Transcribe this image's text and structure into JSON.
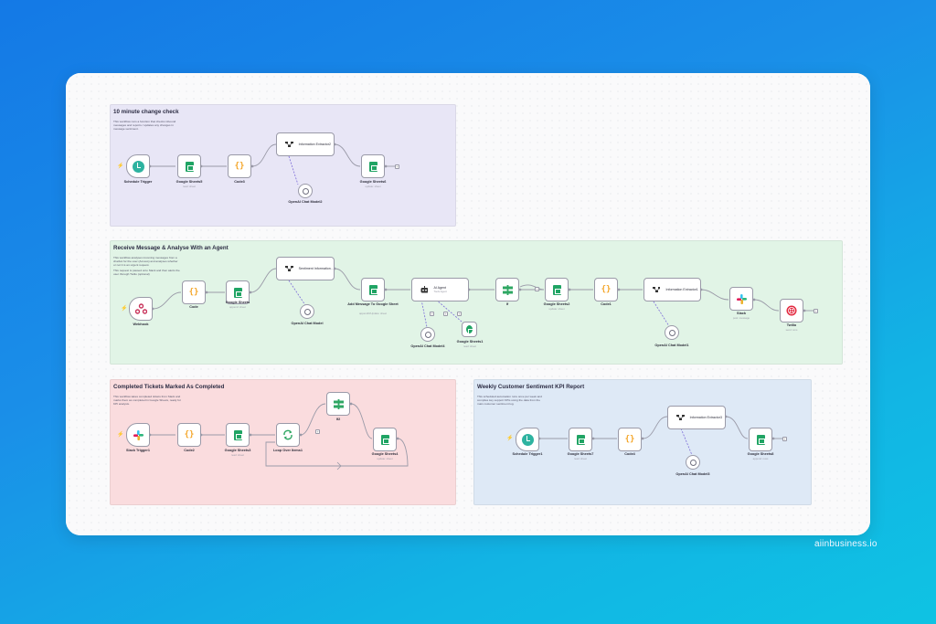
{
  "workflows": [
    {
      "title": "10 minute change check",
      "description": "This workflow runs a function that checks inbound messages and reports / updates any changes in message sentiment.",
      "nodes": {
        "trigger": "Schedule Trigger",
        "sheets_read": {
          "label": "Google Sheets5",
          "sub": "read: sheet"
        },
        "code": "Code3",
        "extractor": "Information Extractor2",
        "model": "OpenAI Chat Model2",
        "sheets_update": {
          "label": "Google Sheets6",
          "sub": "update: sheet"
        }
      }
    },
    {
      "title": "Receive Message & Analyse With an Agent",
      "description": "This workflow analyses incoming messages from a chatbot for the user (Access) and analyses whether or not it is an urgent request.",
      "description2": "This request is passed onto Slack and then alerts the user through Twilio (optional)",
      "nodes": {
        "trigger": "Webhook",
        "code": "Code",
        "sheets": {
          "label": "Google Sheets",
          "sub": "append: sheet"
        },
        "sentiment": "Sentiment Information...",
        "model": "OpenAI Chat Model",
        "add_message": {
          "label": "Add Message To Google Sheet",
          "sub": "appendOrUpdate: sheet"
        },
        "agent": {
          "label": "AI Agent",
          "sub": "Tools Agent"
        },
        "agent_model": "OpenAI Chat Model4",
        "agent_sheet": {
          "label": "Google Sheets1",
          "sub": "read: sheet"
        },
        "if": "If",
        "sheets2": {
          "label": "Google Sheets2",
          "sub": "update: sheet"
        },
        "code1": "Code1",
        "extractor": "Information Extractor1",
        "extractor_model": "OpenAI Chat Model1",
        "slack": {
          "label": "Slack",
          "sub": "post: message"
        },
        "twilio": {
          "label": "Twilio",
          "sub": "send: sms"
        }
      }
    },
    {
      "title": "Completed Tickets Marked As Completed",
      "description": "This workflow takes completed tickets from Slack and marks them as completed in Google Sheets, ready for KPI analysis.",
      "nodes": {
        "trigger": "Slack Trigger1",
        "code": "Code2",
        "sheets": {
          "label": "Google Sheets3",
          "sub": "read: sheet"
        },
        "loop": "Loop Over Items1",
        "if": "If2",
        "sheets4": {
          "label": "Google Sheets4",
          "sub": "update: sheet"
        }
      }
    },
    {
      "title": "Weekly Customer Sentiment KPI Report",
      "description": "This scheduled automation runs once per week and compiles key support KPIs using the data from the main customer sentiment log.",
      "nodes": {
        "trigger": "Schedule Trigger1",
        "sheets7": {
          "label": "Google Sheets7",
          "sub": "read: sheet"
        },
        "code": "Code4",
        "extractor": "Information Extractor3",
        "model": "OpenAI Chat Model3",
        "sheets8": {
          "label": "Google Sheets8",
          "sub": "append: rows"
        }
      }
    }
  ],
  "watermark": "aiinbusiness.io"
}
